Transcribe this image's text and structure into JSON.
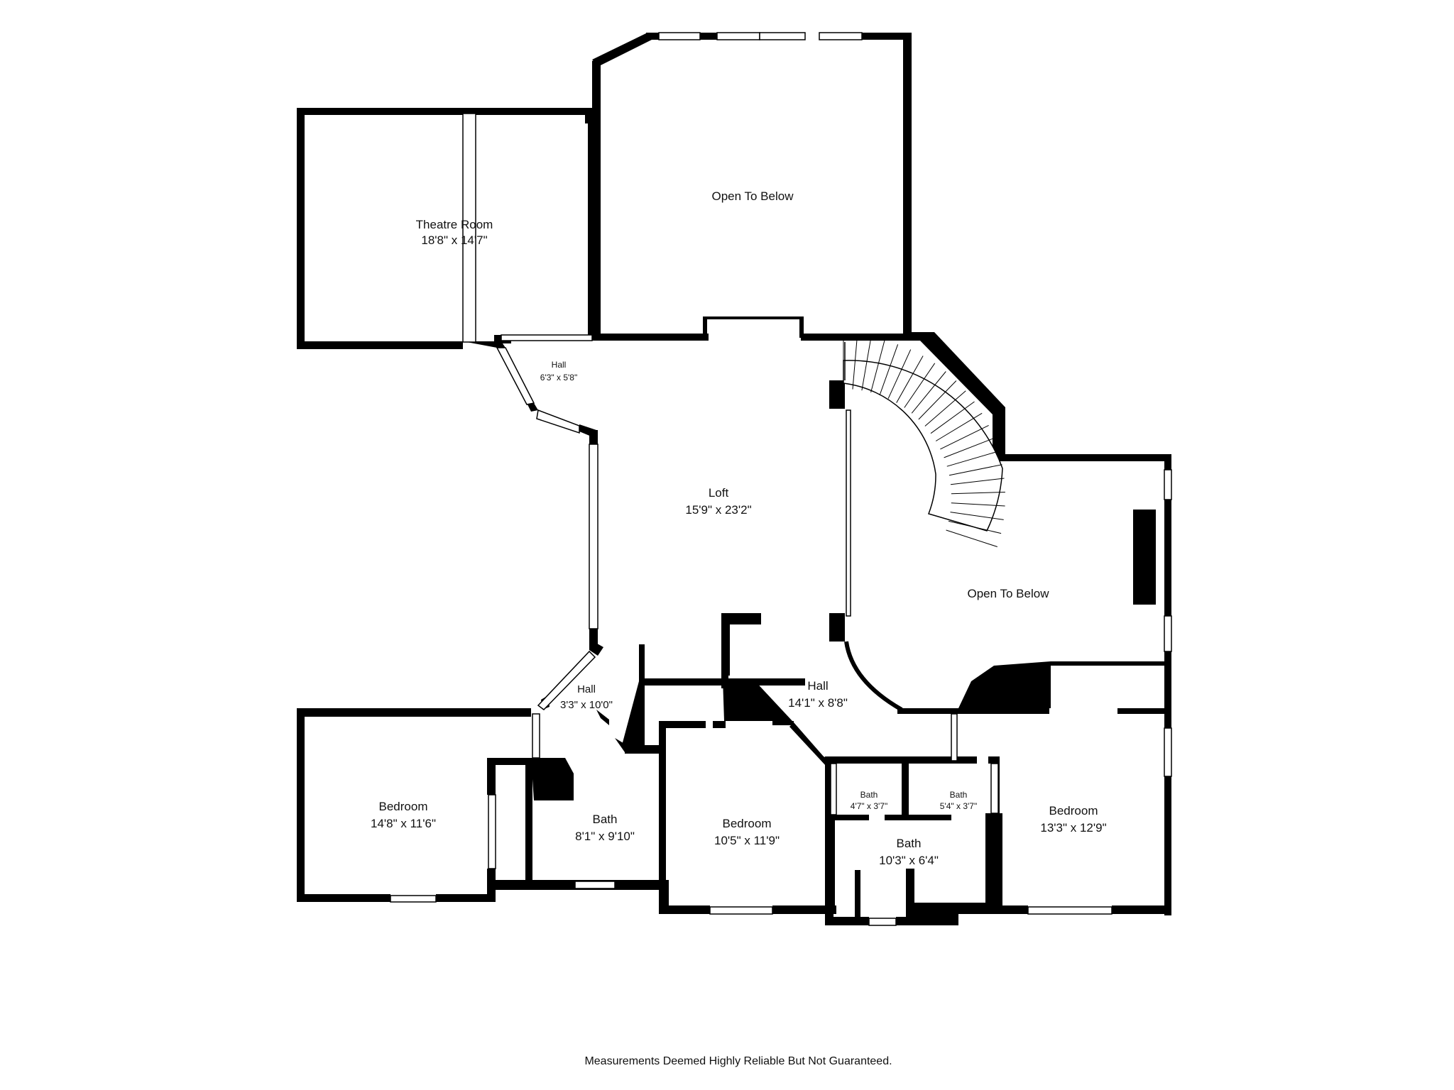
{
  "colors": {
    "wall": "#000000",
    "background": "#ffffff",
    "text": "#111111",
    "fixture": "#cccccc"
  },
  "rooms": {
    "theatre": {
      "name": "Theatre Room",
      "dims": "18'8\" x 14'7\""
    },
    "open_top": {
      "name": "Open To Below",
      "dims": ""
    },
    "hall_top": {
      "name": "Hall",
      "dims": "6'3\" x 5'8\""
    },
    "loft": {
      "name": "Loft",
      "dims": "15'9\" x 23'2\""
    },
    "open_right": {
      "name": "Open To Below",
      "dims": ""
    },
    "hall_left": {
      "name": "Hall",
      "dims": "3'3\" x 10'0\""
    },
    "hall_center": {
      "name": "Hall",
      "dims": "14'1\" x 8'8\""
    },
    "bedroom_left": {
      "name": "Bedroom",
      "dims": "14'8\" x 11'6\""
    },
    "bath_left": {
      "name": "Bath",
      "dims": "8'1\" x 9'10\""
    },
    "bedroom_mid": {
      "name": "Bedroom",
      "dims": "10'5\" x 11'9\""
    },
    "bath_small1": {
      "name": "Bath",
      "dims": "4'7\" x 3'7\""
    },
    "bath_small2": {
      "name": "Bath",
      "dims": "5'4\" x 3'7\""
    },
    "bath_mid": {
      "name": "Bath",
      "dims": "10'3\" x 6'4\""
    },
    "bedroom_right": {
      "name": "Bedroom",
      "dims": "13'3\" x 12'9\""
    }
  },
  "disclaimer": "Measurements Deemed Highly Reliable But Not Guaranteed."
}
